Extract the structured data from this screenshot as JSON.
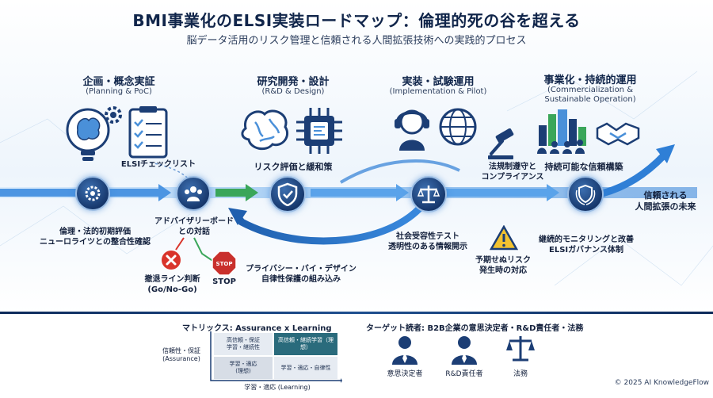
{
  "header": {
    "title": "BMI事業化のELSI実装ロードマップ：倫理的死の谷を超える",
    "subtitle": "脳データ活用のリスク管理と信頼される人間拡張技術への実践的プロセス"
  },
  "phases": [
    {
      "title": "企画・概念実証",
      "subtitle": "(Planning & PoC)"
    },
    {
      "title": "研究開発・設計",
      "subtitle": "(R&D & Design)"
    },
    {
      "title": "実装・試験運用",
      "subtitle": "(Implementation & Pilot)"
    },
    {
      "title": "事業化・持続的運用",
      "subtitle_lines": [
        "(Commercialization &",
        "Sustainable Operation)"
      ]
    }
  ],
  "labels": {
    "elsi_checklist": "ELSIチェックリスト",
    "risk_assessment": "リスク評価と緩和策",
    "legal_compliance": [
      "法規制遵守と",
      "コンプライアンス"
    ],
    "sustainable_trust": "持続可能な信頼構築",
    "initial_assessment": [
      "倫理・法的初期評価",
      "ニューロライツとの整合性確認"
    ],
    "advisory_board": [
      "アドバイザリーボード",
      "との対話"
    ],
    "withdrawal": [
      "撤退ライン判断",
      "(Go/No-Go)"
    ],
    "stop": "STOP",
    "stop_sign": "STOP",
    "privacy_by_design": [
      "プライバシー・バイ・デザイン",
      "自律性保護の組み込み"
    ],
    "social_acceptance": [
      "社会受容性テスト",
      "透明性のある情報開示"
    ],
    "unexpected_risk": [
      "予期せぬリスク",
      "発生時の対応"
    ],
    "monitoring": [
      "継続的モニタリングと改善",
      "ELSIガバナンス体制"
    ],
    "future": [
      "信頼される",
      "人間拡張の未来"
    ]
  },
  "matrix": {
    "title": "マトリックス: Assurance x Learning",
    "y_axis": [
      "信頼性・保証",
      "(Assurance)"
    ],
    "x_axis": "学習・適応 (Learning)",
    "cells": {
      "top_left": [
        "高信頼・保証",
        "学習・継続性"
      ],
      "top_right": "高信頼・継続学習（理想）",
      "bottom_left": [
        "学習・適応",
        "(理想)"
      ],
      "bottom_right": "学習・適応・自律性"
    }
  },
  "target": {
    "title": "ターゲット読者: B2B企業の意思決定者・R&D責任者・法務",
    "personas": [
      "意思決定者",
      "R&D責任者",
      "法務"
    ]
  },
  "footer": {
    "copyright": "© 2025 AI KnowledgeFlow"
  },
  "colors": {
    "navy": "#10254a",
    "arrow_blue": "#2f7fd6",
    "arrow_light": "#8cc4f5",
    "green": "#3aa65a",
    "red": "#d9342b",
    "stop_red": "#c9302c",
    "warning_yellow": "#f2c230"
  },
  "icons": [
    "lightbulb-brain-icon",
    "gear-icon",
    "clipboard-checklist-icon",
    "brain-icon",
    "microchip-icon",
    "headset-person-icon",
    "globe-icon",
    "gavel-icon",
    "city-people-icon",
    "handshake-icon",
    "shield-check-icon",
    "scales-icon",
    "group-icon",
    "x-circle-icon",
    "stop-sign-icon",
    "warning-icon",
    "business-person-icon"
  ]
}
